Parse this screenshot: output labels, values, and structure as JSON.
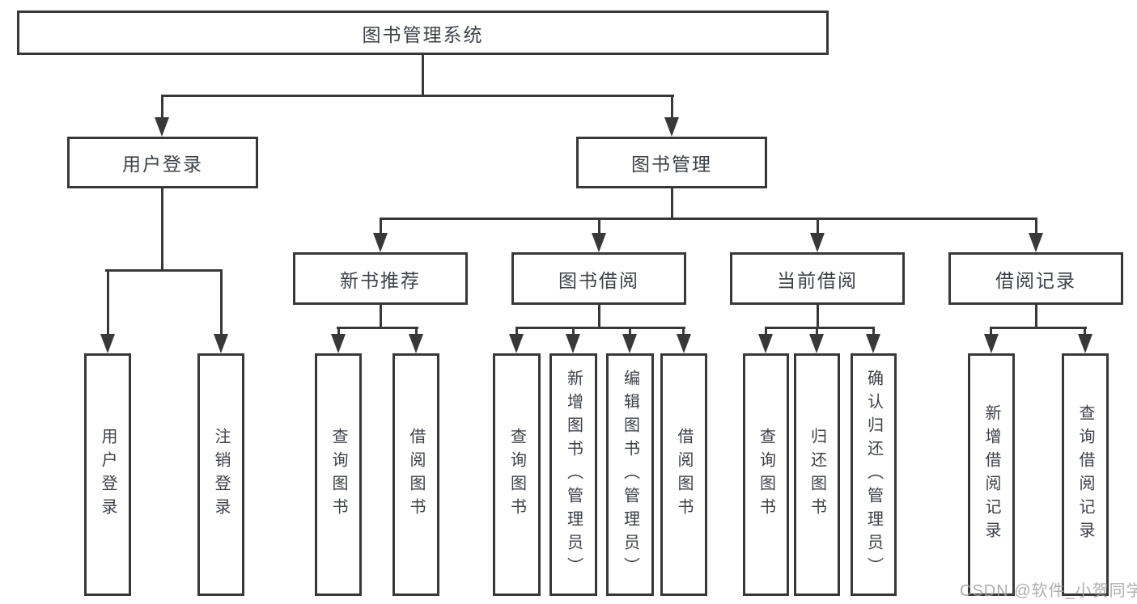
{
  "colors": {
    "line_color": "#383838",
    "text_color": "#3d4147",
    "watermark_color": "#a0a0a0",
    "background": "#ffffff"
  },
  "root": {
    "label": "图书管理系统"
  },
  "level2": {
    "user_login": {
      "label": "用户登录"
    },
    "book_mgmt": {
      "label": "图书管理"
    }
  },
  "level3": {
    "new_book": {
      "label": "新书推荐"
    },
    "book_borrow": {
      "label": "图书借阅"
    },
    "current_borrow": {
      "label": "当前借阅"
    },
    "borrow_record": {
      "label": "借阅记录"
    }
  },
  "leaves": {
    "user_login": [
      "用户登录",
      "注销登录"
    ],
    "new_book": [
      "查询图书",
      "借阅图书"
    ],
    "book_borrow": [
      "查询图书",
      "新增图书（管理员）",
      "编辑图书（管理员）",
      "借阅图书"
    ],
    "current_borrow": [
      "查询图书",
      "归还图书",
      "确认归还（管理员）"
    ],
    "borrow_record": [
      "新增借阅记录",
      "查询借阅记录"
    ]
  },
  "watermark": {
    "text": "CSDN @软件_小贺同学"
  }
}
